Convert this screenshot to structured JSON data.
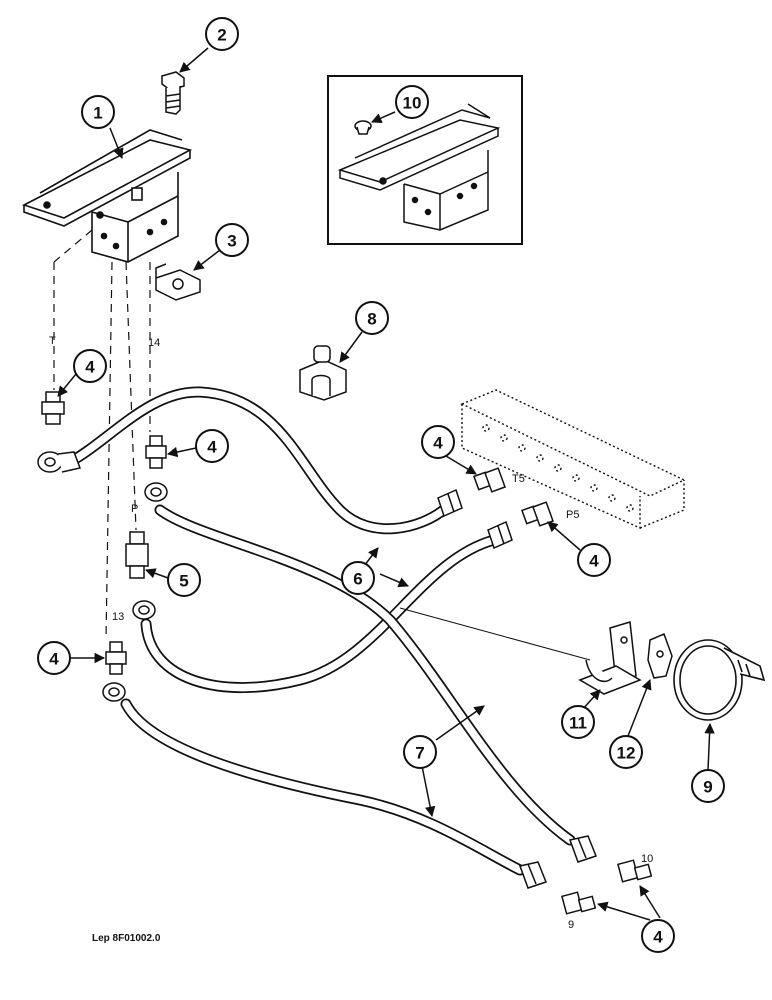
{
  "callouts": {
    "c1": "1",
    "c2": "2",
    "c3": "3",
    "c4a": "4",
    "c4b": "4",
    "c4c": "4",
    "c4d": "4",
    "c4e": "4",
    "c4f": "4",
    "c5": "5",
    "c6": "6",
    "c7": "7",
    "c8": "8",
    "c9": "9",
    "c10": "10",
    "c11": "11",
    "c12": "12"
  },
  "ports": {
    "t": "T",
    "p14": "14",
    "p": "P",
    "p13": "13",
    "t5": "T5",
    "p5": "P5",
    "p10": "10",
    "p9": "9"
  },
  "reference": "Lep 8F01002.0"
}
